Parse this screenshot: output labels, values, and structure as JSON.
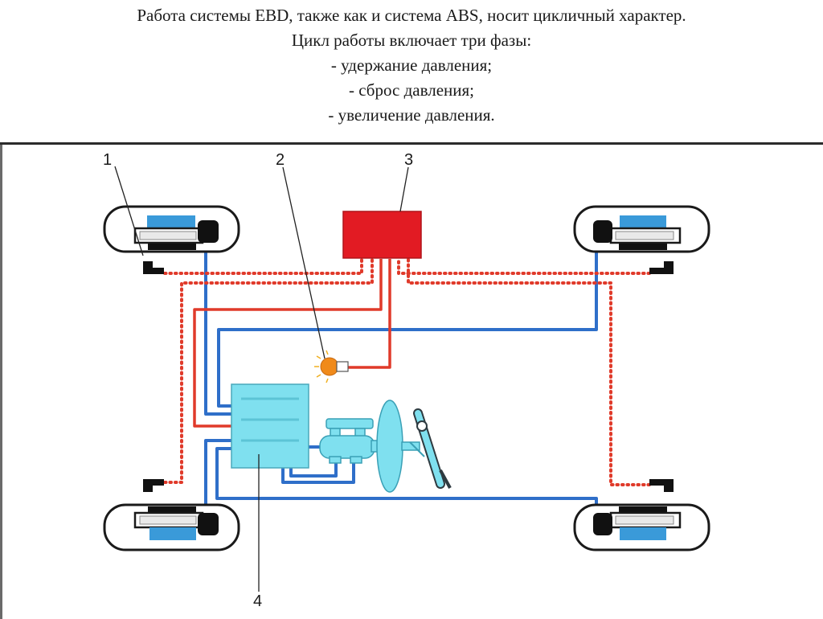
{
  "header": {
    "lines": [
      "Работа системы EBD, также как и система ABS, носит цикличный характер.",
      "Цикл работы включает три фазы:",
      "- удержание давления;",
      "- сброс давления;",
      "- увеличение давления."
    ]
  },
  "diagram": {
    "callouts": [
      "1",
      "2",
      "3",
      "4"
    ],
    "colors": {
      "brake_line": "#2f6fc9",
      "signal_line": "#e03a2a",
      "control_unit": "#e21b23",
      "hydraulic_unit": "#7fe0ef",
      "caliper": "#111111",
      "disc": "#3a9ad9",
      "lamp": "#f08a1a"
    },
    "icons": [
      "wheel-icon",
      "sensor-icon",
      "warning-lamp-icon",
      "master-cylinder-icon",
      "brake-booster-icon",
      "brake-pedal-icon"
    ]
  }
}
